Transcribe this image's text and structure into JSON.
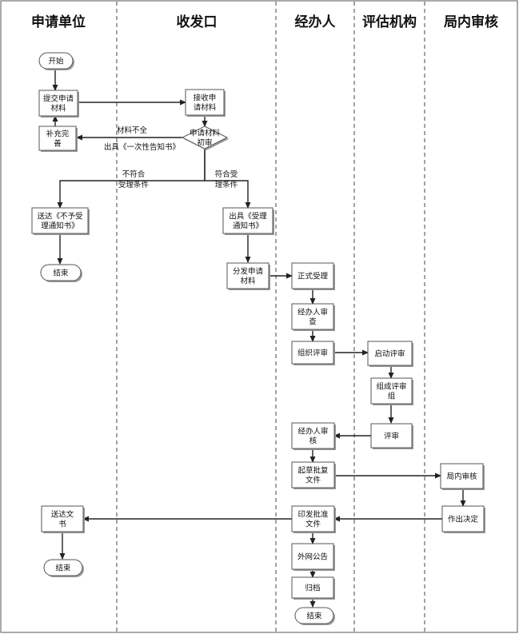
{
  "lanes": [
    {
      "id": "applicant",
      "title": "申请单位"
    },
    {
      "id": "mailroom",
      "title": "收发口"
    },
    {
      "id": "handler",
      "title": "经办人"
    },
    {
      "id": "evaluator",
      "title": "评估机构"
    },
    {
      "id": "bureau",
      "title": "局内审核"
    }
  ],
  "nodes": {
    "start": {
      "shape": "terminal",
      "lines": [
        "开始"
      ]
    },
    "submit": {
      "shape": "process",
      "lines": [
        "提交申请",
        "材料"
      ]
    },
    "supplement": {
      "shape": "process",
      "lines": [
        "补充完",
        "善"
      ]
    },
    "receive": {
      "shape": "process",
      "lines": [
        "接收申",
        "请材料"
      ]
    },
    "precheck": {
      "shape": "decision",
      "lines": [
        "申请材料",
        "初审"
      ]
    },
    "reject_notice": {
      "shape": "process",
      "lines": [
        "送达《不予受",
        "理通知书》"
      ]
    },
    "end1": {
      "shape": "terminal",
      "lines": [
        "结束"
      ]
    },
    "accept_notice": {
      "shape": "process",
      "lines": [
        "出具《受理",
        "通知书》"
      ]
    },
    "distribute": {
      "shape": "process",
      "lines": [
        "分发申请",
        "材料"
      ]
    },
    "formal_accept": {
      "shape": "process",
      "lines": [
        "正式受理"
      ]
    },
    "handler_review": {
      "shape": "process",
      "lines": [
        "经办人审",
        "查"
      ]
    },
    "organize_review": {
      "shape": "process",
      "lines": [
        "组织评审"
      ]
    },
    "start_review": {
      "shape": "process",
      "lines": [
        "启动评审"
      ]
    },
    "form_panel": {
      "shape": "process",
      "lines": [
        "组成评审",
        "组"
      ]
    },
    "review": {
      "shape": "process",
      "lines": [
        "评审"
      ]
    },
    "handler_check": {
      "shape": "process",
      "lines": [
        "经办人审",
        "核"
      ]
    },
    "draft_reply": {
      "shape": "process",
      "lines": [
        "起草批复",
        "文件"
      ]
    },
    "internal_review": {
      "shape": "process",
      "lines": [
        "局内审核"
      ]
    },
    "decide": {
      "shape": "process",
      "lines": [
        "作出决定"
      ]
    },
    "issue": {
      "shape": "process",
      "lines": [
        "印发批准",
        "文件"
      ]
    },
    "deliver_doc": {
      "shape": "process",
      "lines": [
        "送达文",
        "书"
      ]
    },
    "end2": {
      "shape": "terminal",
      "lines": [
        "结束"
      ]
    },
    "publish": {
      "shape": "process",
      "lines": [
        "外网公告"
      ]
    },
    "archive": {
      "shape": "process",
      "lines": [
        "归档"
      ]
    },
    "end3": {
      "shape": "terminal",
      "lines": [
        "结束"
      ]
    }
  },
  "edge_labels": {
    "incomplete": "材料不全",
    "one_time_notice": "出具《一次性告知书》",
    "not_eligible": [
      "不符合",
      "受理条件"
    ],
    "eligible": [
      "符合受",
      "理条件"
    ]
  }
}
